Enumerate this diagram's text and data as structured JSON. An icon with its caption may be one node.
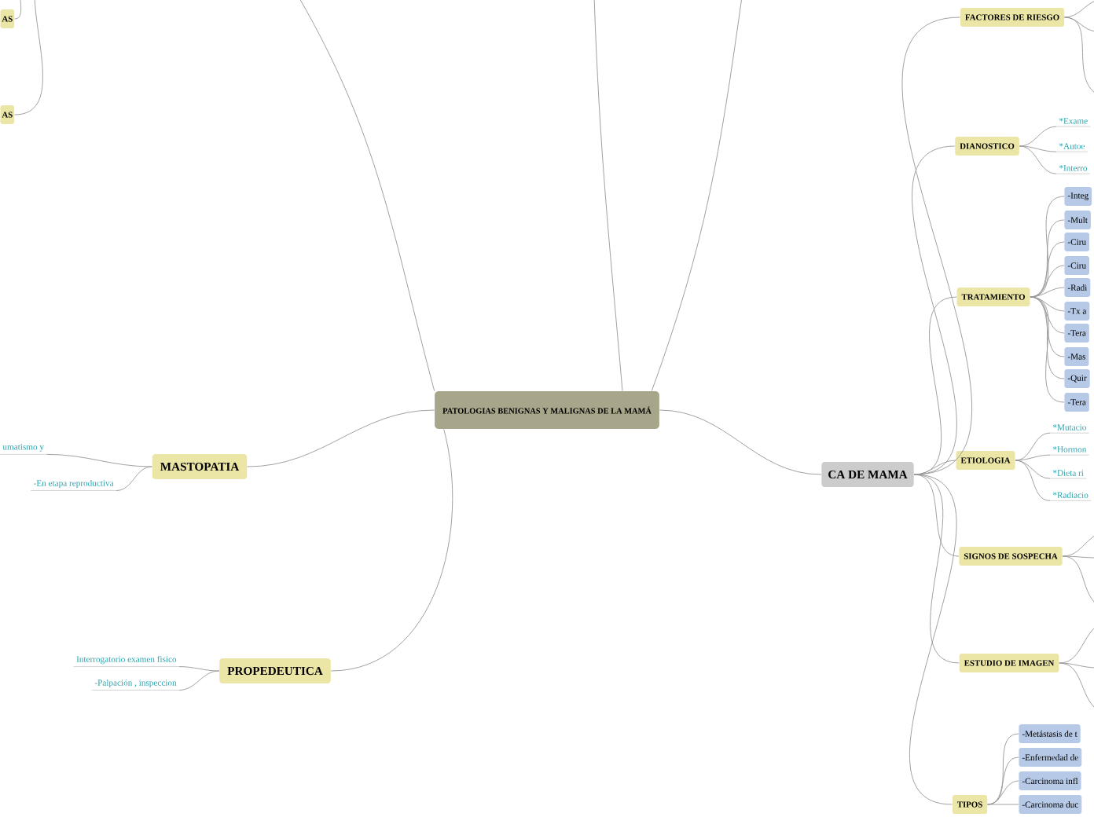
{
  "diagram": {
    "nodes": [
      {
        "text": [
          "PATOLOGIAS BENIGNAS Y MALIGNAS DE LA MAMÁ"
        ]
      },
      {
        "text": [
          "AS"
        ]
      },
      {
        "text": [
          "AS"
        ]
      },
      {
        "text": [
          "MASTOPATIA"
        ]
      },
      {
        "text": [
          "umatismo y"
        ]
      },
      {
        "text": [
          "-En etapa reproductiva"
        ]
      },
      {
        "text": [
          "PROPEDEUTICA"
        ]
      },
      {
        "text": [
          "Interrogatorio examen fisico"
        ]
      },
      {
        "text": [
          "-Palpación , inspeccion"
        ]
      },
      {
        "text": [
          "CA DE MAMA"
        ]
      },
      {
        "text": [
          "FACTORES DE RIESGO"
        ]
      },
      {
        "text": [
          "DIANOSTICO"
        ]
      },
      {
        "text": [
          "*Exame"
        ]
      },
      {
        "text": [
          "*Autoe"
        ]
      },
      {
        "text": [
          "*Interro"
        ]
      },
      {
        "text": [
          "TRATAMIENTO"
        ]
      },
      {
        "text": [
          "-Integ"
        ]
      },
      {
        "text": [
          "-Mult"
        ]
      },
      {
        "text": [
          "-Ciru"
        ]
      },
      {
        "text": [
          "-Ciru"
        ]
      },
      {
        "text": [
          "-Radi"
        ]
      },
      {
        "text": [
          "-Tx a"
        ]
      },
      {
        "text": [
          "-Tera"
        ]
      },
      {
        "text": [
          "-Mas"
        ]
      },
      {
        "text": [
          "-Quir"
        ]
      },
      {
        "text": [
          "-Tera"
        ]
      },
      {
        "text": [
          "ETIOLOGIA"
        ]
      },
      {
        "text": [
          "*Mutacio"
        ]
      },
      {
        "text": [
          "*Hormon"
        ]
      },
      {
        "text": [
          "*Dieta ri"
        ]
      },
      {
        "text": [
          "*Radiacio"
        ]
      },
      {
        "text": [
          "SIGNOS DE SOSPECHA"
        ]
      },
      {
        "text": [
          "ESTUDIO DE IMAGEN"
        ]
      },
      {
        "text": [
          "TIPOS"
        ]
      },
      {
        "text": [
          "-Metástasis de t"
        ]
      },
      {
        "text": [
          "-Enfermedad de"
        ]
      },
      {
        "text": [
          "-Carcinoma infl"
        ]
      },
      {
        "text": [
          "-Carcinoma duc"
        ]
      }
    ],
    "edges": [
      {
        "from": 0,
        "to": null,
        "arrow": "none"
      },
      {
        "from": 0,
        "to": null,
        "arrow": "none"
      },
      {
        "from": 0,
        "to": null,
        "arrow": "none"
      },
      {
        "from": null,
        "to": 1,
        "arrow": "none"
      },
      {
        "from": null,
        "to": 2,
        "arrow": "none"
      },
      {
        "from": 0,
        "to": 3,
        "arrow": "none"
      },
      {
        "from": 3,
        "to": 4,
        "arrow": "none"
      },
      {
        "from": 3,
        "to": 5,
        "arrow": "none"
      },
      {
        "from": 0,
        "to": 6,
        "arrow": "none"
      },
      {
        "from": 6,
        "to": 7,
        "arrow": "none"
      },
      {
        "from": 6,
        "to": 8,
        "arrow": "none"
      },
      {
        "from": 0,
        "to": 9,
        "arrow": "none"
      },
      {
        "from": 9,
        "to": 10,
        "arrow": "none"
      },
      {
        "from": 10,
        "to": null,
        "arrow": "none"
      },
      {
        "from": 10,
        "to": null,
        "arrow": "none"
      },
      {
        "from": 10,
        "to": null,
        "arrow": "none"
      },
      {
        "from": 9,
        "to": 11,
        "arrow": "none"
      },
      {
        "from": 11,
        "to": 12,
        "arrow": "none"
      },
      {
        "from": 11,
        "to": 13,
        "arrow": "none"
      },
      {
        "from": 11,
        "to": 14,
        "arrow": "none"
      },
      {
        "from": 9,
        "to": 15,
        "arrow": "none"
      },
      {
        "from": 15,
        "to": 16,
        "arrow": "none"
      },
      {
        "from": 15,
        "to": 17,
        "arrow": "none"
      },
      {
        "from": 15,
        "to": 18,
        "arrow": "none"
      },
      {
        "from": 15,
        "to": 19,
        "arrow": "none"
      },
      {
        "from": 15,
        "to": 20,
        "arrow": "none"
      },
      {
        "from": 15,
        "to": 21,
        "arrow": "none"
      },
      {
        "from": 15,
        "to": 22,
        "arrow": "none"
      },
      {
        "from": 15,
        "to": 23,
        "arrow": "none"
      },
      {
        "from": 15,
        "to": 24,
        "arrow": "none"
      },
      {
        "from": 15,
        "to": 25,
        "arrow": "none"
      },
      {
        "from": 9,
        "to": 26,
        "arrow": "none"
      },
      {
        "from": 26,
        "to": 27,
        "arrow": "none"
      },
      {
        "from": 26,
        "to": 28,
        "arrow": "none"
      },
      {
        "from": 26,
        "to": 29,
        "arrow": "none"
      },
      {
        "from": 26,
        "to": 30,
        "arrow": "none"
      },
      {
        "from": 9,
        "to": 31,
        "arrow": "none"
      },
      {
        "from": 31,
        "to": null,
        "arrow": "none"
      },
      {
        "from": 31,
        "to": null,
        "arrow": "none"
      },
      {
        "from": 31,
        "to": null,
        "arrow": "none"
      },
      {
        "from": 9,
        "to": 32,
        "arrow": "none"
      },
      {
        "from": 32,
        "to": null,
        "arrow": "none"
      },
      {
        "from": 32,
        "to": null,
        "arrow": "none"
      },
      {
        "from": 32,
        "to": null,
        "arrow": "none"
      },
      {
        "from": 9,
        "to": 33,
        "arrow": "none"
      },
      {
        "from": 33,
        "to": 34,
        "arrow": "none"
      },
      {
        "from": 33,
        "to": 35,
        "arrow": "none"
      },
      {
        "from": 33,
        "to": 36,
        "arrow": "none"
      },
      {
        "from": 33,
        "to": 37,
        "arrow": "none"
      }
    ]
  }
}
